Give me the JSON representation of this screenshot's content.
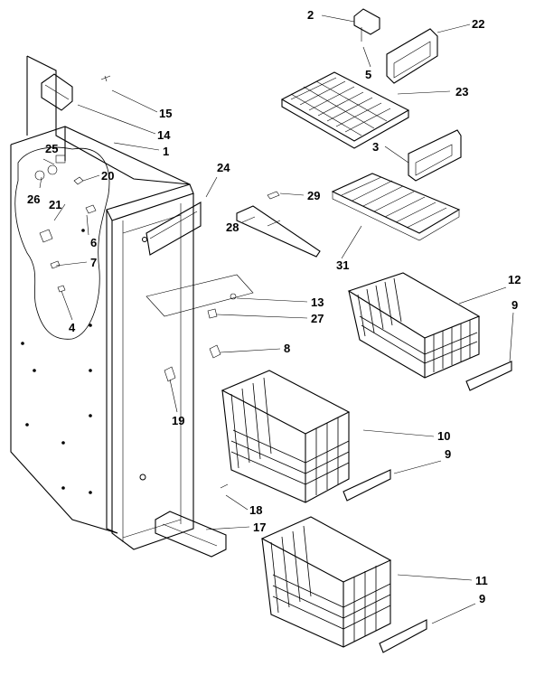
{
  "labels": {
    "l1": "1",
    "l2": "2",
    "l3": "3",
    "l4": "4",
    "l5": "5",
    "l6": "6",
    "l7": "7",
    "l8": "8",
    "l9a": "9",
    "l9b": "9",
    "l9c": "9",
    "l10": "10",
    "l11": "11",
    "l12": "12",
    "l13": "13",
    "l14": "14",
    "l15": "15",
    "l17": "17",
    "l18": "18",
    "l19": "19",
    "l20": "20",
    "l21": "21",
    "l22": "22",
    "l23": "23",
    "l24": "24",
    "l25": "25",
    "l26": "26",
    "l27": "27",
    "l28": "28",
    "l29": "29",
    "l31": "31"
  }
}
